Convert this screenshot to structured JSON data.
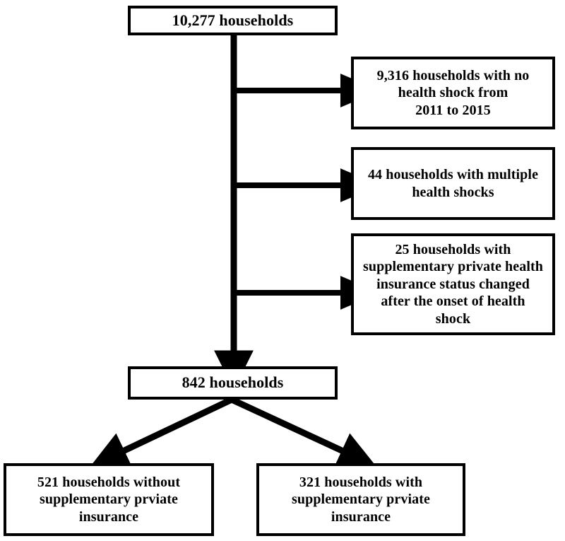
{
  "diagram": {
    "type": "flowchart",
    "title": "Study sample selection flow",
    "orientation": "top-down-with-right-exclusions",
    "colors": {
      "background": "#ffffff",
      "stroke": "#000000",
      "text": "#000000"
    },
    "nodes": {
      "total": {
        "id": "total",
        "label": "10,277 households",
        "count": "10,277",
        "unit": "households"
      },
      "no_shock": {
        "id": "no_shock",
        "label": "9,316 households with no\nhealth shock from\n2011 to 2015",
        "count": "9,316",
        "unit": "households",
        "period_start": "2011",
        "period_end": "2015"
      },
      "multiple_shocks": {
        "id": "multiple_shocks",
        "label": "44 households with multiple\nhealth shocks",
        "count": "44",
        "unit": "households"
      },
      "status_changed": {
        "id": "status_changed",
        "label": "25 households with\nsupplementary private health\ninsurance status changed\nafter the onset of health\nshock",
        "count": "25",
        "unit": "households"
      },
      "analyzed": {
        "id": "analyzed",
        "label": "842 households",
        "count": "842",
        "unit": "households"
      },
      "without_insurance": {
        "id": "without_insurance",
        "label": "521 households without\nsupplementary prviate\ninsurance",
        "count": "521",
        "unit": "households"
      },
      "with_insurance": {
        "id": "with_insurance",
        "label": "321 households with\nsupplementary prviate\ninsurance",
        "count": "321",
        "unit": "households"
      }
    },
    "edges": [
      {
        "id": "spine",
        "from": "total",
        "to": "analyzed",
        "style": "vertical-arrow"
      },
      {
        "id": "exclude-1",
        "from": "total",
        "to": "no_shock",
        "style": "horizontal-arrow"
      },
      {
        "id": "exclude-2",
        "from": "total",
        "to": "multiple_shocks",
        "style": "horizontal-arrow"
      },
      {
        "id": "exclude-3",
        "from": "total",
        "to": "status_changed",
        "style": "horizontal-arrow"
      },
      {
        "id": "split-left",
        "from": "analyzed",
        "to": "without_insurance",
        "style": "diagonal-arrow"
      },
      {
        "id": "split-right",
        "from": "analyzed",
        "to": "with_insurance",
        "style": "diagonal-arrow"
      }
    ]
  }
}
